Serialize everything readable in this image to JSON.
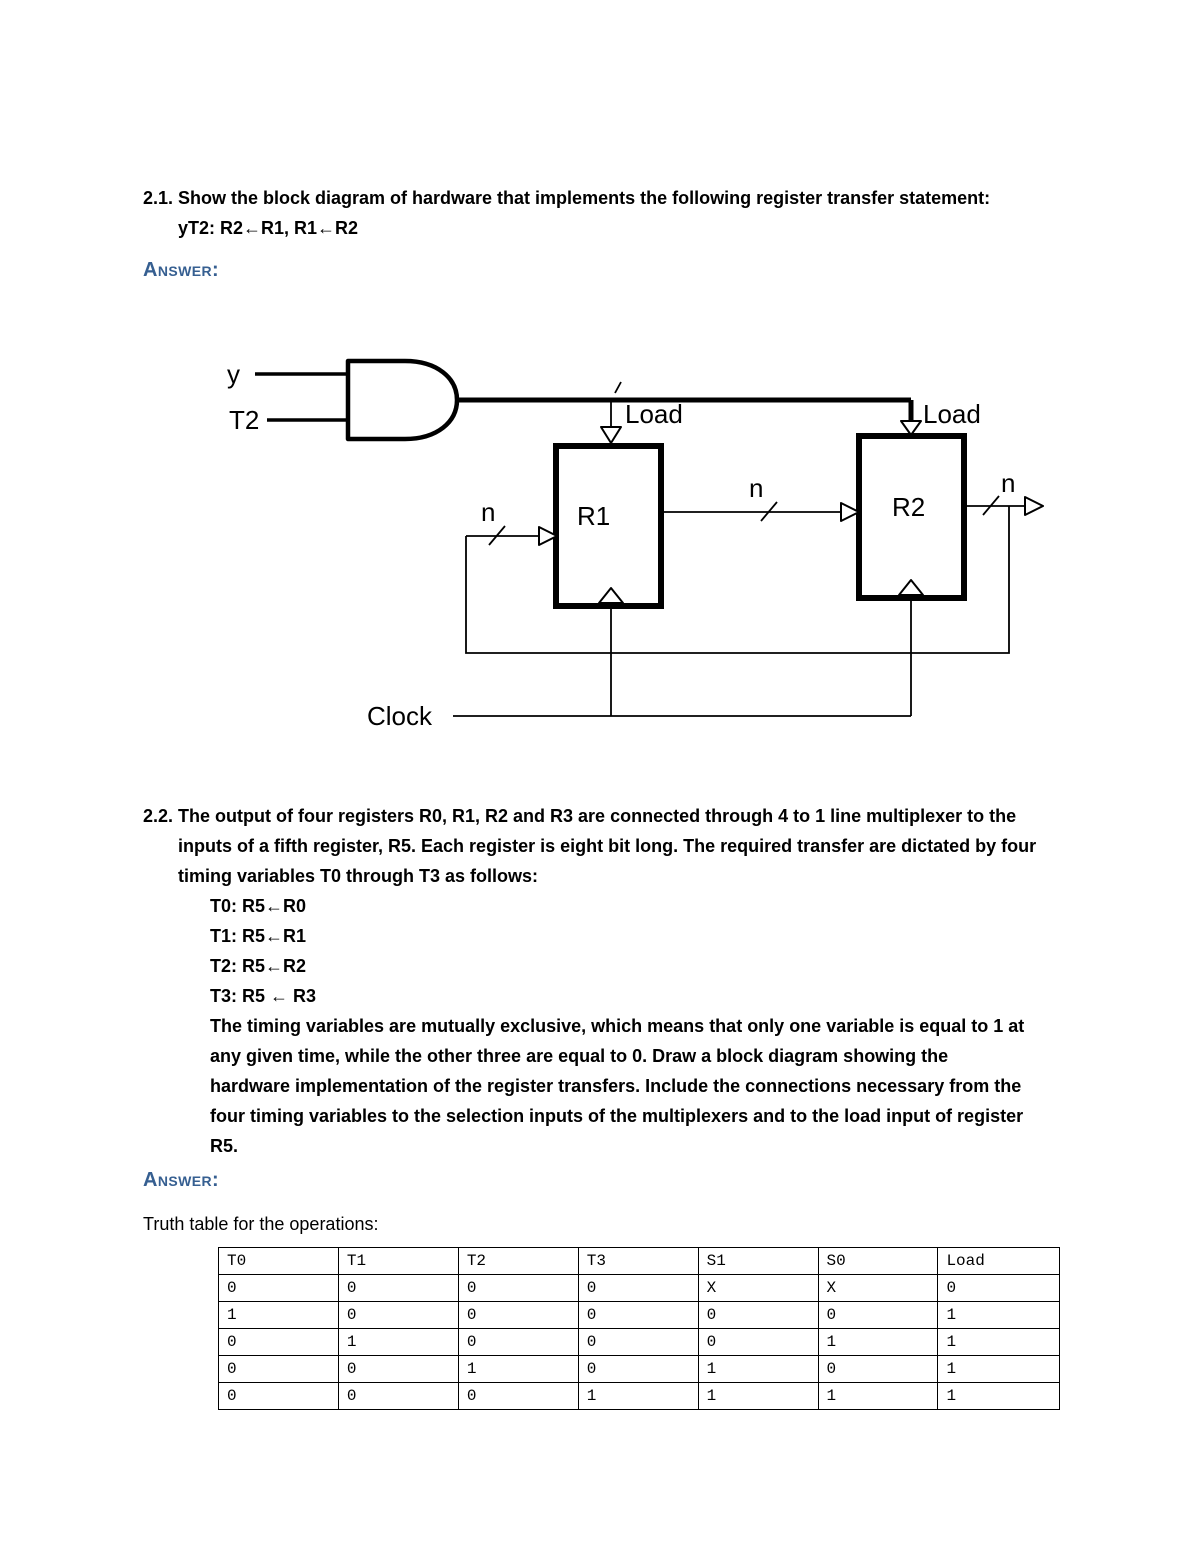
{
  "s21": {
    "number": "2.1.",
    "line1": "Show the block diagram of hardware that implements the following register transfer statement:",
    "line2": "yT2: R2←R1, R1←R2",
    "answer_label": "Answer:"
  },
  "diagram": {
    "y_label": "y",
    "t2_label": "T2",
    "load1_label": "Load",
    "load2_label": "Load",
    "r1_label": "R1",
    "r2_label": "R2",
    "n_in_label": "n",
    "n_mid_label": "n",
    "n_out_label": "n",
    "clock_label": "Clock"
  },
  "s22": {
    "number": "2.2.",
    "body": [
      "The output of four registers R0, R1, R2 and R3 are connected through 4 to 1 line multiplexer to the",
      "inputs of a fifth register, R5. Each register is eight bit long. The required transfer are dictated by four",
      "timing variables T0 through T3 as follows:"
    ],
    "transfers": [
      "T0: R5←R0",
      "T1: R5←R1",
      "T2: R5←R2",
      "T3: R5 ← R3"
    ],
    "continuation": [
      "The timing variables are mutually exclusive, which means that only one variable is equal to 1 at",
      "any given time, while the other three are equal to 0. Draw a block diagram showing the",
      "hardware implementation of the register transfers. Include the connections necessary from the",
      "four timing variables to the selection inputs of the multiplexers and to the load input of register",
      "R5."
    ],
    "answer_label": "Answer:",
    "table_caption": "Truth table for the operations:"
  },
  "truth_table": {
    "headers": [
      "T0",
      "T1",
      "T2",
      "T3",
      "S1",
      "S0",
      "Load"
    ],
    "rows": [
      [
        "0",
        "0",
        "0",
        "0",
        "X",
        "X",
        "0"
      ],
      [
        "1",
        "0",
        "0",
        "0",
        "0",
        "0",
        "1"
      ],
      [
        "0",
        "1",
        "0",
        "0",
        "0",
        "1",
        "1"
      ],
      [
        "0",
        "0",
        "1",
        "0",
        "1",
        "0",
        "1"
      ],
      [
        "0",
        "0",
        "0",
        "1",
        "1",
        "1",
        "1"
      ]
    ]
  },
  "colors": {
    "answer_heading": "#365F91",
    "text": "#000000"
  }
}
